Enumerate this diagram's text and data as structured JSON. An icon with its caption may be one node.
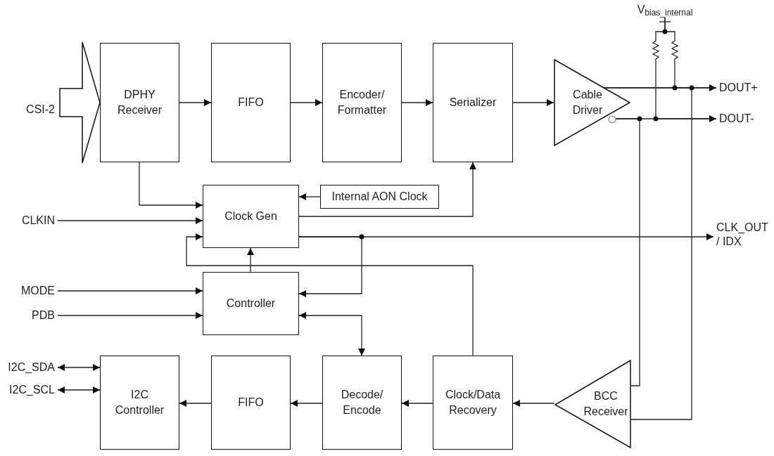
{
  "diagram": {
    "nodes": [
      {
        "text": [
          "CSI-2"
        ]
      },
      {
        "text": [
          "DPHY Receiver"
        ]
      },
      {
        "text": [
          "FIFO"
        ]
      },
      {
        "text": [
          "Encoder/ Formatter"
        ]
      },
      {
        "text": [
          "Serializer"
        ]
      },
      {
        "text": [
          "Cable Driver"
        ]
      },
      {
        "text": [
          "V$_{bias_internal}$"
        ]
      },
      {
        "text": [
          "DOUT+"
        ]
      },
      {
        "text": [
          "DOUT-"
        ]
      },
      {
        "text": [
          "Clock Gen"
        ]
      },
      {
        "text": [
          "Internal AON Clock"
        ]
      },
      {
        "text": [
          "CLKIN"
        ]
      },
      {
        "text": [
          "CLK_OUT / IDX"
        ]
      },
      {
        "text": [
          "MODE"
        ]
      },
      {
        "text": [
          "PDB"
        ]
      },
      {
        "text": [
          "Controller"
        ]
      },
      {
        "text": [
          "I2C_SDA"
        ]
      },
      {
        "text": [
          "I2C_SCL"
        ]
      },
      {
        "text": [
          "I2C Controller"
        ]
      },
      {
        "text": [
          "FIFO"
        ]
      },
      {
        "text": [
          "Decode/ Encode"
        ]
      },
      {
        "text": [
          "Clock/Data Recovery"
        ]
      },
      {
        "text": [
          "BCC Receiver"
        ]
      }
    ],
    "edges": [
      {
        "from": 0,
        "to": 1,
        "arrow": "to",
        "style": "thick"
      },
      {
        "from": 1,
        "to": 2,
        "arrow": "to"
      },
      {
        "from": 2,
        "to": 3,
        "arrow": "to"
      },
      {
        "from": 3,
        "to": 4,
        "arrow": "to"
      },
      {
        "from": 4,
        "to": 5,
        "arrow": "to"
      },
      {
        "from": 5,
        "to": 7,
        "arrow": "to"
      },
      {
        "from": 5,
        "to": 8,
        "arrow": "to"
      },
      {
        "from": 6,
        "to": 7,
        "arrow": "none"
      },
      {
        "from": 6,
        "to": 8,
        "arrow": "none"
      },
      {
        "from": 1,
        "to": 9,
        "arrow": "to"
      },
      {
        "from": 11,
        "to": 9,
        "arrow": "to"
      },
      {
        "from": 10,
        "to": 9,
        "arrow": "to"
      },
      {
        "from": 9,
        "to": 4,
        "arrow": "to"
      },
      {
        "from": 9,
        "to": 12,
        "arrow": "to"
      },
      {
        "from": 9,
        "to": 15,
        "arrow": "to"
      },
      {
        "from": 15,
        "to": 9,
        "arrow": "to"
      },
      {
        "from": 21,
        "to": 9,
        "arrow": "to"
      },
      {
        "from": 13,
        "to": 15,
        "arrow": "to"
      },
      {
        "from": 14,
        "to": 15,
        "arrow": "to"
      },
      {
        "from": 15,
        "to": 20,
        "arrow": "both"
      },
      {
        "from": 16,
        "to": 18,
        "arrow": "both"
      },
      {
        "from": 17,
        "to": 18,
        "arrow": "both"
      },
      {
        "from": 19,
        "to": 18,
        "arrow": "to"
      },
      {
        "from": 20,
        "to": 19,
        "arrow": "to"
      },
      {
        "from": 21,
        "to": 20,
        "arrow": "to"
      },
      {
        "from": 22,
        "to": 21,
        "arrow": "to"
      },
      {
        "from": 5,
        "to": 22,
        "arrow": "none"
      },
      {
        "from": 5,
        "to": 22,
        "arrow": "none"
      }
    ]
  }
}
